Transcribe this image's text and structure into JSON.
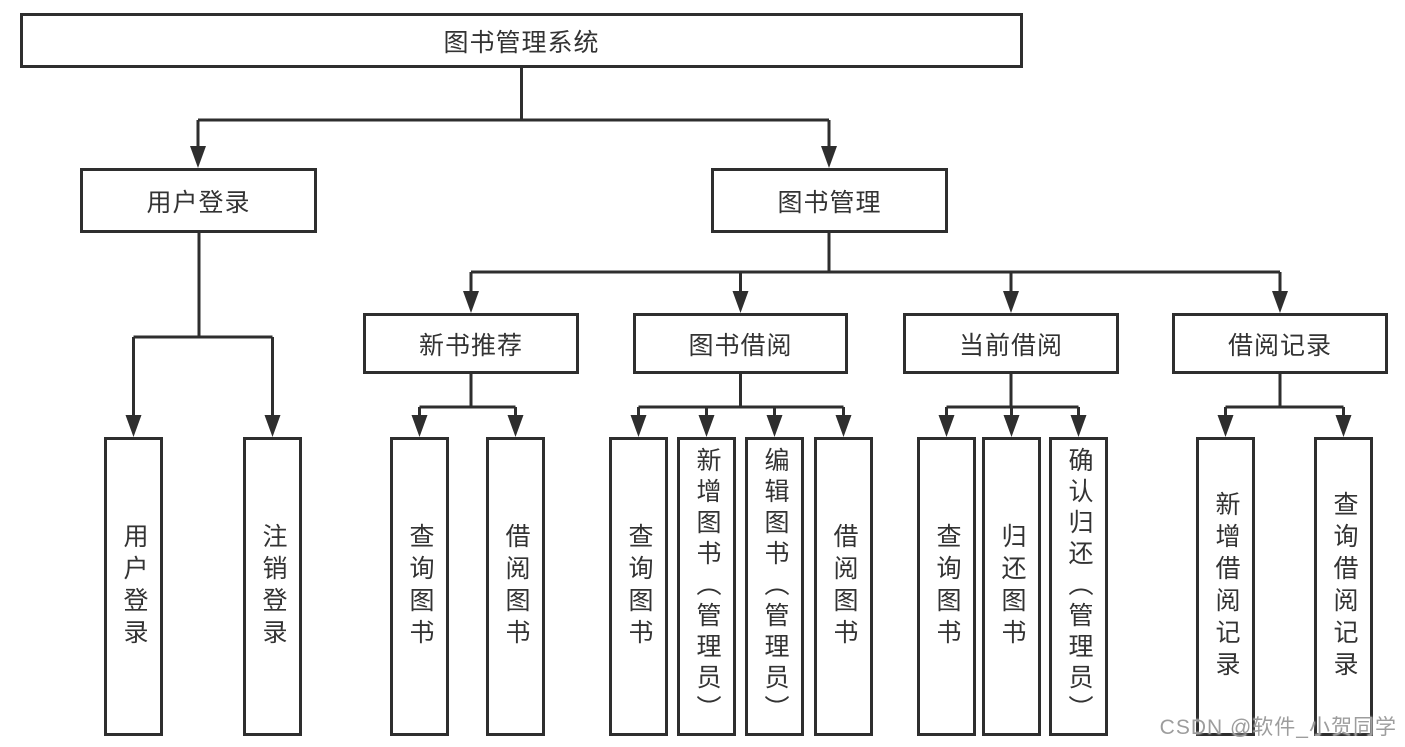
{
  "diagram": {
    "root": {
      "label": "图书管理系统"
    },
    "branches": [
      {
        "label": "用户登录",
        "leaves": [
          {
            "label": "用户登录"
          },
          {
            "label": "注销登录"
          }
        ]
      },
      {
        "label": "图书管理",
        "groups": [
          {
            "label": "新书推荐",
            "leaves": [
              {
                "label": "查询图书"
              },
              {
                "label": "借阅图书"
              }
            ]
          },
          {
            "label": "图书借阅",
            "leaves": [
              {
                "label": "查询图书"
              },
              {
                "label": "新增图书（管理员）"
              },
              {
                "label": "编辑图书（管理员）"
              },
              {
                "label": "借阅图书"
              }
            ]
          },
          {
            "label": "当前借阅",
            "leaves": [
              {
                "label": "查询图书"
              },
              {
                "label": "归还图书"
              },
              {
                "label": "确认归还（管理员）"
              }
            ]
          },
          {
            "label": "借阅记录",
            "leaves": [
              {
                "label": "新增借阅记录"
              },
              {
                "label": "查询借阅记录"
              }
            ]
          }
        ]
      }
    ],
    "watermark": "CSDN @软件_小贺同学",
    "style": {
      "line_color": "#2e2e2e",
      "text_color": "#333333",
      "watermark_color": "#9d9d9d",
      "background": "#ffffff"
    }
  }
}
